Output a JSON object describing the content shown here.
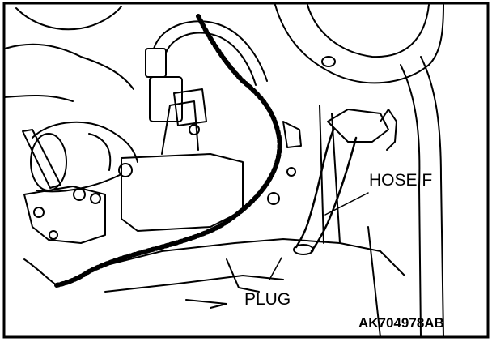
{
  "labels": {
    "hose": "HOSE F",
    "plug": "PLUG"
  },
  "figure_code": "AK704978AB"
}
